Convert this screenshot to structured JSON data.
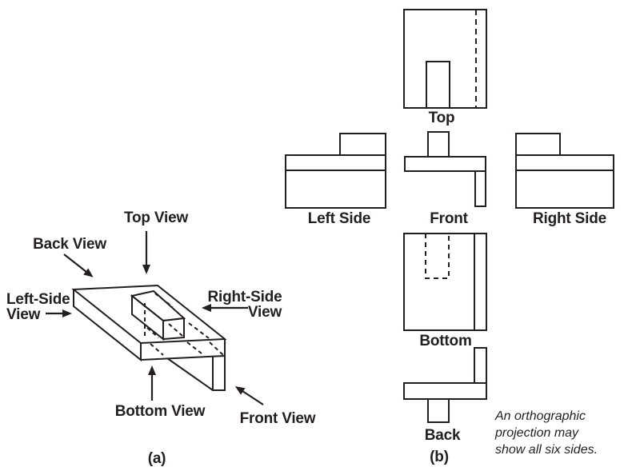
{
  "colors": {
    "ink": "#231f20",
    "background": "#ffffff"
  },
  "figure_a": {
    "labels": {
      "top_view": "Top View",
      "back_view": "Back View",
      "left_side_lines": [
        "Left-Side",
        "View"
      ],
      "right_side_lines": [
        "Right-Side",
        "View"
      ],
      "bottom_view": "Bottom View",
      "front_view": "Front View"
    },
    "caption": "(a)"
  },
  "figure_b": {
    "views": {
      "top": "Top",
      "left_side": "Left Side",
      "front": "Front",
      "right_side": "Right Side",
      "bottom": "Bottom",
      "back": "Back"
    },
    "caption": "(b)",
    "note_lines": [
      "An orthographic",
      "projection may",
      "show all six sides."
    ]
  }
}
